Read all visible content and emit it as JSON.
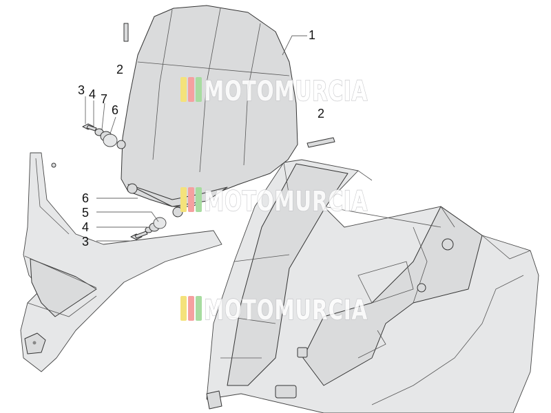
{
  "diagram": {
    "callouts": {
      "windshield": "1",
      "pin_top": "2",
      "pin_right": "2",
      "upper_screw": "3",
      "upper_washer": "4",
      "upper_spacer": "7",
      "upper_grommet": "6",
      "lower_grommet": "6",
      "lower_spacer": "5",
      "lower_washer": "4",
      "lower_screw": "3"
    },
    "watermark": {
      "text": "MOTOMURCIA",
      "colors": [
        "#f4e27b",
        "#f5a0a0",
        "#a7dca0"
      ]
    }
  }
}
